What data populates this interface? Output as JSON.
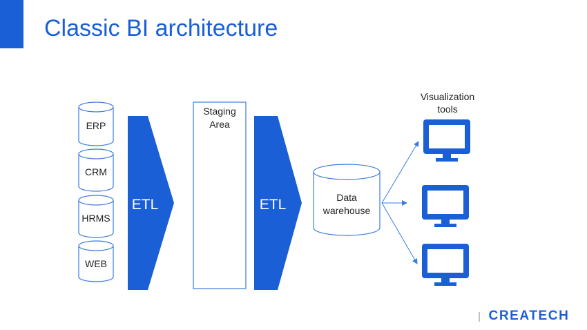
{
  "slide": {
    "title": "Classic BI architecture"
  },
  "diagram": {
    "sources": [
      "ERP",
      "CRM",
      "HRMS",
      "WEB"
    ],
    "etl_left_label": "ETL",
    "staging_label_line1": "Staging",
    "staging_label_line2": "Area",
    "etl_right_label": "ETL",
    "warehouse_label_line1": "Data",
    "warehouse_label_line2": "warehouse",
    "viz_label_line1": "Visualization",
    "viz_label_line2": "tools"
  },
  "brand": {
    "separator": "|",
    "logo_text": "CREATECH"
  },
  "colors": {
    "accent": "#1a5fd6",
    "outline": "#3a7be0"
  }
}
